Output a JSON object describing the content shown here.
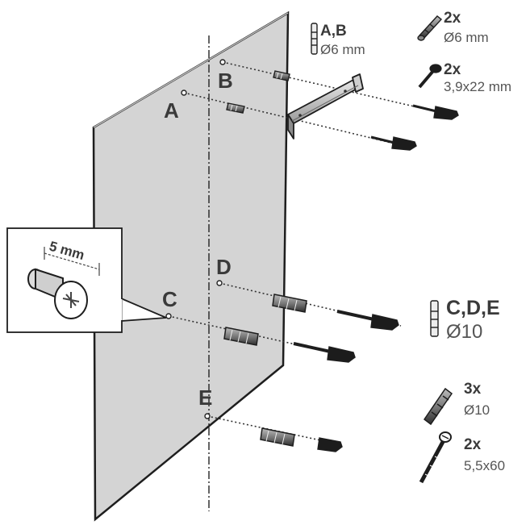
{
  "points": {
    "a": "A",
    "b": "B",
    "c": "C",
    "d": "D",
    "e": "E"
  },
  "inset": {
    "measure": "5 mm"
  },
  "hardware": {
    "ab_group": {
      "points": "A,B",
      "size": "Ø6 mm"
    },
    "ab_plugs": {
      "qty": "2x",
      "size": "Ø6 mm"
    },
    "ab_screws": {
      "qty": "2x",
      "size": "3,9x22 mm"
    },
    "cde_group": {
      "points": "C,D,E",
      "size": "Ø10"
    },
    "cde_plugs": {
      "qty": "3x",
      "size": "Ø10"
    },
    "cde_screws": {
      "qty": "2x",
      "size": "5,5x60"
    }
  }
}
